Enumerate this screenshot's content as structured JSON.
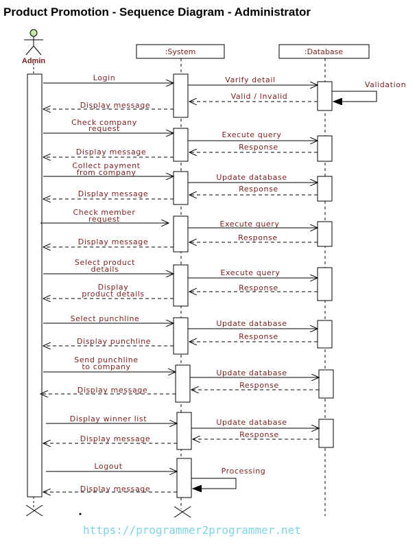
{
  "title": "Product Promotion - Sequence Diagram - Administrator",
  "actor": {
    "name": "Admin"
  },
  "lifelines": [
    {
      "id": "system",
      "label": ":System"
    },
    {
      "id": "database",
      "label": ":Database"
    }
  ],
  "messages": [
    {
      "label": "Login",
      "from": "admin",
      "to": "system",
      "kind": "call"
    },
    {
      "label": "Varify detail",
      "from": "system",
      "to": "database",
      "kind": "call"
    },
    {
      "label": "Validation",
      "from": "database",
      "to": "database",
      "kind": "self"
    },
    {
      "label": "Valid / Invalid",
      "from": "database",
      "to": "system",
      "kind": "return"
    },
    {
      "label": "Display message",
      "from": "system",
      "to": "admin",
      "kind": "return"
    },
    {
      "label": "Check company request",
      "from": "admin",
      "to": "system",
      "kind": "call"
    },
    {
      "label": "Execute query",
      "from": "system",
      "to": "database",
      "kind": "call"
    },
    {
      "label": "Response",
      "from": "database",
      "to": "system",
      "kind": "return"
    },
    {
      "label": "Display message",
      "from": "system",
      "to": "admin",
      "kind": "return"
    },
    {
      "label": "Collect payment from company",
      "from": "admin",
      "to": "system",
      "kind": "call"
    },
    {
      "label": "Update database",
      "from": "system",
      "to": "database",
      "kind": "call"
    },
    {
      "label": "Response",
      "from": "database",
      "to": "system",
      "kind": "return"
    },
    {
      "label": "Display message",
      "from": "system",
      "to": "admin",
      "kind": "return"
    },
    {
      "label": "Check member request",
      "from": "admin",
      "to": "system",
      "kind": "call"
    },
    {
      "label": "Execute query",
      "from": "system",
      "to": "database",
      "kind": "call"
    },
    {
      "label": "Response",
      "from": "database",
      "to": "system",
      "kind": "return"
    },
    {
      "label": "Display message",
      "from": "system",
      "to": "admin",
      "kind": "return"
    },
    {
      "label": "Select product details",
      "from": "admin",
      "to": "system",
      "kind": "call"
    },
    {
      "label": "Execute query",
      "from": "system",
      "to": "database",
      "kind": "call"
    },
    {
      "label": "Response",
      "from": "database",
      "to": "system",
      "kind": "return"
    },
    {
      "label": "Display product details",
      "from": "system",
      "to": "admin",
      "kind": "return"
    },
    {
      "label": "Select punchline",
      "from": "admin",
      "to": "system",
      "kind": "call"
    },
    {
      "label": "Update database",
      "from": "system",
      "to": "database",
      "kind": "call"
    },
    {
      "label": "Response",
      "from": "database",
      "to": "system",
      "kind": "return"
    },
    {
      "label": "Display punchline",
      "from": "system",
      "to": "admin",
      "kind": "return"
    },
    {
      "label": "Send punchline to company",
      "from": "admin",
      "to": "system",
      "kind": "call"
    },
    {
      "label": "Update database",
      "from": "system",
      "to": "database",
      "kind": "call"
    },
    {
      "label": "Response",
      "from": "database",
      "to": "system",
      "kind": "return"
    },
    {
      "label": "Display message",
      "from": "system",
      "to": "admin",
      "kind": "return"
    },
    {
      "label": "Display winner list",
      "from": "admin",
      "to": "system",
      "kind": "call"
    },
    {
      "label": "Update database",
      "from": "system",
      "to": "database",
      "kind": "call"
    },
    {
      "label": "Response",
      "from": "database",
      "to": "system",
      "kind": "return"
    },
    {
      "label": "Display message",
      "from": "system",
      "to": "admin",
      "kind": "return"
    },
    {
      "label": "Logout",
      "from": "admin",
      "to": "system",
      "kind": "call"
    },
    {
      "label": "Processing",
      "from": "system",
      "to": "system",
      "kind": "self"
    },
    {
      "label": "Display message",
      "from": "system",
      "to": "admin",
      "kind": "return"
    }
  ],
  "footer": "https://programmer2programmer.net",
  "colors": {
    "label": "#7a1f1f",
    "line": "#000000",
    "footer": "#7fd3e6",
    "actor_head": "#c9e7a8"
  }
}
